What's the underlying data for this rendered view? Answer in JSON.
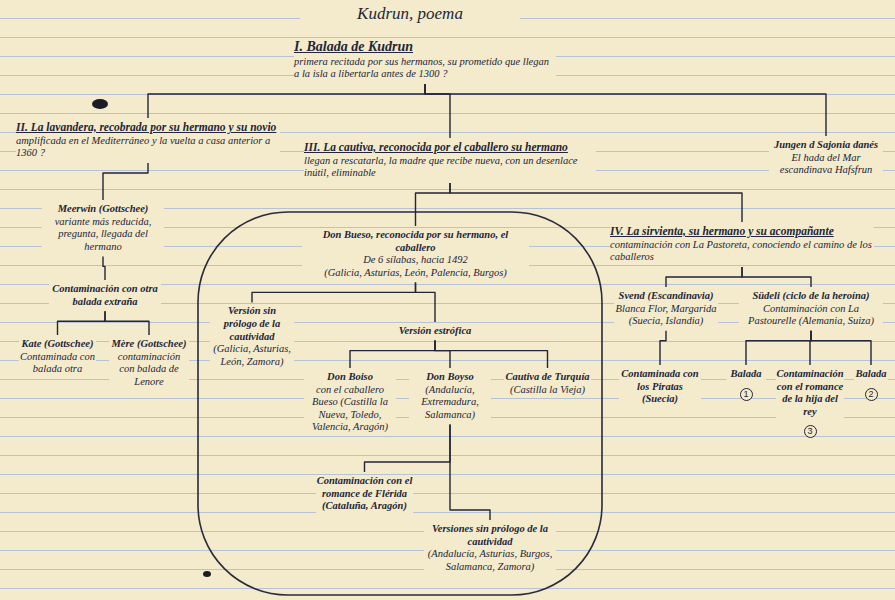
{
  "diagram": {
    "title": "Kudrun, poema",
    "nodes": [
      {
        "text": [
          "I. Balada de Kudrun",
          "primera recitada por sus hermanos, su prometido que llegan a la isla a libertarla antes de 1300 ?"
        ]
      },
      {
        "text": [
          "II. La lavandera, recobrada por su hermano y su novio",
          "amplificada en el Mediterráneo y la vuelta a casa anterior a 1360 ?"
        ]
      },
      {
        "text": [
          "Meerwin (Gottschee)",
          "variante más reducida, pregunta, llegada del hermano"
        ]
      },
      {
        "text": [
          "Contaminación con otra balada extraña"
        ]
      },
      {
        "text": [
          "Kate (Gottschee)",
          "Contaminada con balada otra"
        ]
      },
      {
        "text": [
          "Mère (Gottschee)",
          "contaminación con balada de Lenore"
        ]
      },
      {
        "text": [
          "III. La cautiva, reconocida por el caballero su hermano",
          "llegan a rescatarla, la madre que recibe nueva, con un desenlace inútil, eliminable"
        ]
      },
      {
        "text": [
          "Jungen d Sajonia danés",
          "El hada del Mar escandinava Hafsfrun"
        ]
      },
      {
        "text": [
          "Don Bueso, reconocida por su hermano, el caballero",
          "De 6 sílabas, hacia 1492",
          "(Galicia, Asturias, León, Palencia, Burgos)"
        ]
      },
      {
        "text": [
          "Versión sin prólogo de la cautividad",
          "(Galicia, Asturias, León, Zamora)"
        ]
      },
      {
        "text": [
          "Versión estrófica"
        ]
      },
      {
        "text": [
          "Don Boiso",
          "con el caballero Bueso (Castilla la Nueva, Toledo, Valencia, Aragón)"
        ]
      },
      {
        "text": [
          "Don Boyso",
          "(Andalucía, Extremadura, Salamanca)"
        ]
      },
      {
        "text": [
          "Cautiva de Turquía",
          "(Castilla la Vieja)"
        ]
      },
      {
        "text": [
          "Contaminación con el romance de Flérida (Cataluña, Aragón)"
        ]
      },
      {
        "text": [
          "Versiones sin prólogo de la cautividad",
          "(Andalucía, Asturias, Burgos, Salamanca, Zamora)"
        ]
      },
      {
        "text": [
          "IV. La sirvienta, su hermano y su acompañante",
          "contaminación con La Pastoreta, conociendo el camino de los caballeros"
        ]
      },
      {
        "text": [
          "Svend (Escandinavia)",
          "Blanca Flor, Margarida (Suecia, Islandia)"
        ]
      },
      {
        "text": [
          "Südeli (ciclo de la heroína)",
          "Contaminación con La Pastourelle (Alemania, Suiza)"
        ]
      },
      {
        "text": [
          "Contaminada con los Piratas (Suecia)"
        ]
      },
      {
        "text": [
          "Balada"
        ]
      },
      {
        "text": [
          "Contaminación con el romance de la hija del rey"
        ]
      },
      {
        "text": [
          "Balada"
        ]
      }
    ],
    "edges": [
      {
        "from": 0,
        "to": 1,
        "arrow": "none"
      },
      {
        "from": 0,
        "to": 6,
        "arrow": "none"
      },
      {
        "from": 0,
        "to": 7,
        "arrow": "none"
      },
      {
        "from": 1,
        "to": 2,
        "arrow": "none"
      },
      {
        "from": 2,
        "to": 3,
        "arrow": "none"
      },
      {
        "from": 3,
        "to": 4,
        "arrow": "none"
      },
      {
        "from": 3,
        "to": 5,
        "arrow": "none"
      },
      {
        "from": 6,
        "to": 8,
        "arrow": "none"
      },
      {
        "from": 6,
        "to": 16,
        "arrow": "none"
      },
      {
        "from": 8,
        "to": 9,
        "arrow": "none"
      },
      {
        "from": 8,
        "to": 10,
        "arrow": "none"
      },
      {
        "from": 10,
        "to": 11,
        "arrow": "none"
      },
      {
        "from": 10,
        "to": 12,
        "arrow": "none"
      },
      {
        "from": 10,
        "to": 13,
        "arrow": "none"
      },
      {
        "from": 12,
        "to": 14,
        "arrow": "none"
      },
      {
        "from": 12,
        "to": 15,
        "arrow": "none"
      },
      {
        "from": 16,
        "to": 17,
        "arrow": "none"
      },
      {
        "from": 16,
        "to": 18,
        "arrow": "none"
      },
      {
        "from": 17,
        "to": 19,
        "arrow": "none"
      },
      {
        "from": 18,
        "to": 20,
        "arrow": "none"
      },
      {
        "from": 18,
        "to": 21,
        "arrow": "none"
      },
      {
        "from": 18,
        "to": 22,
        "arrow": "none"
      }
    ],
    "labels": [
      "1",
      "3",
      "2"
    ]
  }
}
